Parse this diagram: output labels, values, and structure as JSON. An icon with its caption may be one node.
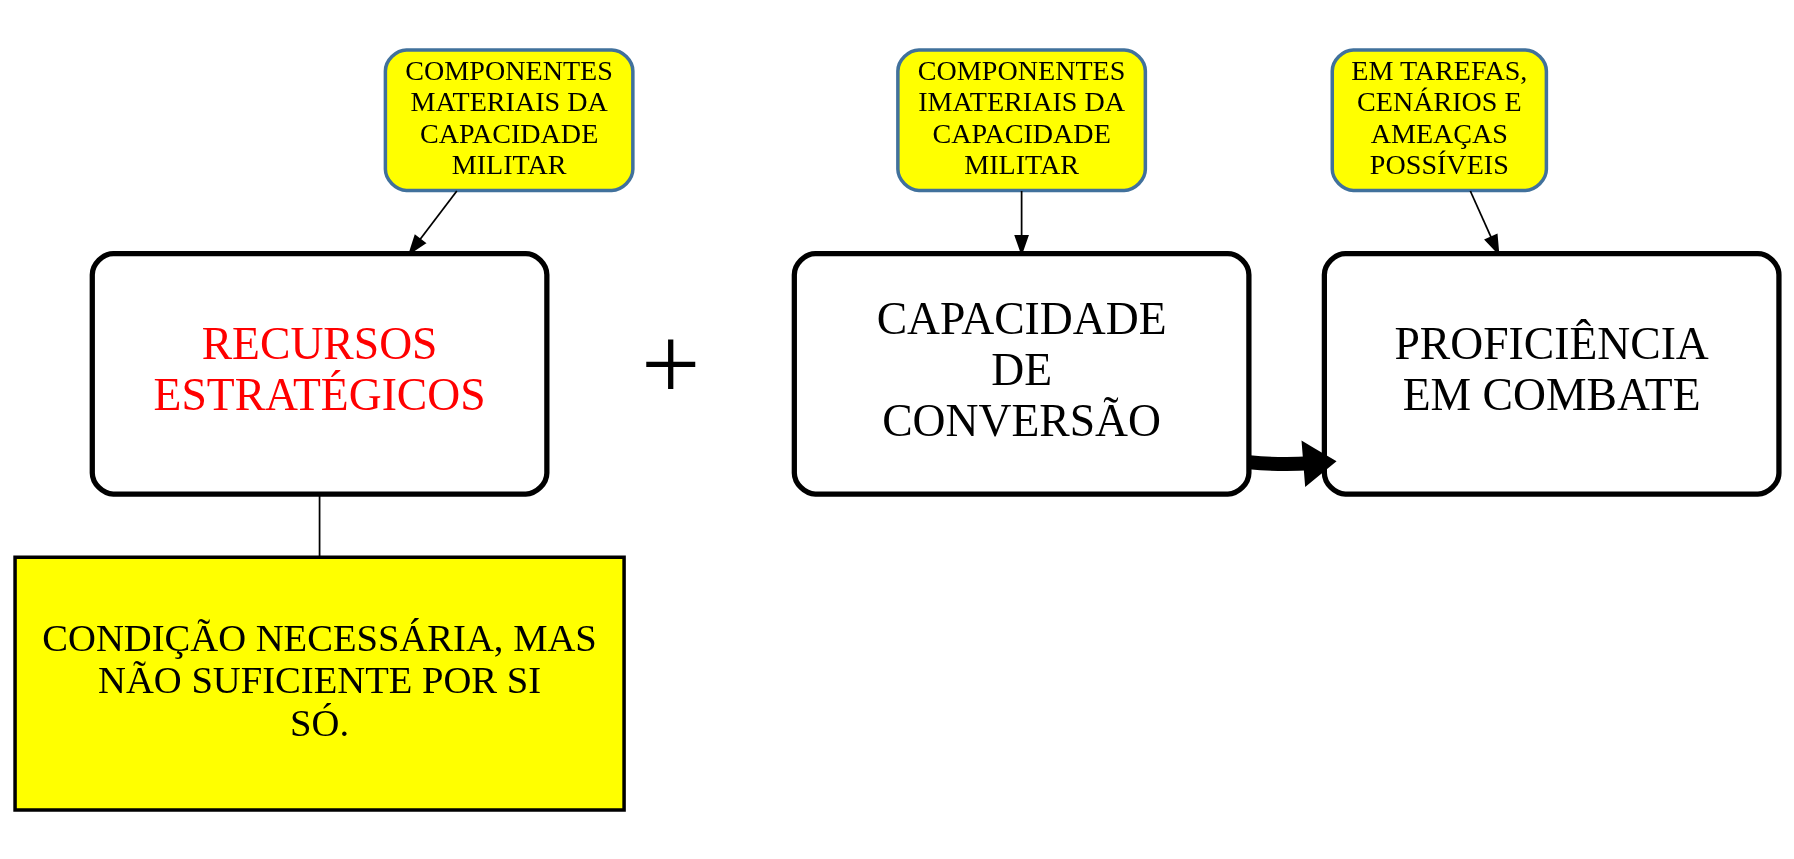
{
  "diagram": {
    "nodes": [
      {
        "text": [
          "COMPONENTES MATERIAIS DA CAPACIDADE MILITAR"
        ]
      },
      {
        "text": [
          "COMPONENTES IMATERIAIS DA CAPACIDADE MILITAR"
        ]
      },
      {
        "text": [
          "EM TAREFAS, CENÁRIOS E AMEAÇAS POSSÍVEIS"
        ]
      },
      {
        "text": [
          "RECURSOS ESTRATÉGICOS"
        ]
      },
      {
        "text": [
          "CAPACIDADE DE CONVERSÃO"
        ]
      },
      {
        "text": [
          "PROFICIÊNCIA EM COMBATE"
        ]
      },
      {
        "text": [
          "CONDIÇÃO NECESSÁRIA, MAS NÃO SUFICIENTE POR SI SÓ."
        ]
      }
    ],
    "edges": [
      {
        "from": 0,
        "to": 3,
        "arrow": "to"
      },
      {
        "from": 1,
        "to": 4,
        "arrow": "to"
      },
      {
        "from": 2,
        "to": 5,
        "arrow": "to"
      },
      {
        "from": 4,
        "to": 5,
        "arrow": "to",
        "style": "thick"
      },
      {
        "from": 3,
        "to": 6,
        "arrow": "none"
      }
    ],
    "labels": [
      "+"
    ]
  }
}
